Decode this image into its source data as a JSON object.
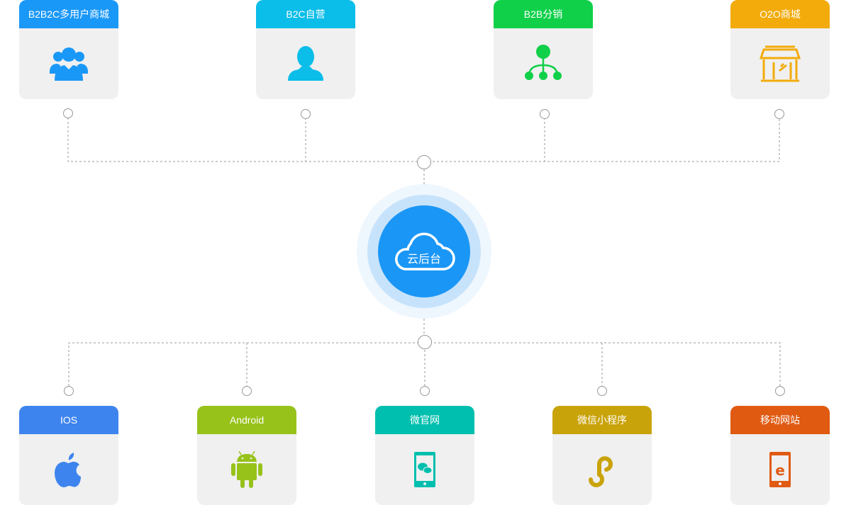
{
  "hub": {
    "label": "云后台",
    "color": "#1a96f6"
  },
  "top": [
    {
      "label": "B2B2C多用户商城",
      "color": "#1a98f8",
      "icon": "users-group-icon"
    },
    {
      "label": "B2C自营",
      "color": "#0bbde9",
      "icon": "user-icon"
    },
    {
      "label": "B2B分销",
      "color": "#10d04a",
      "icon": "distribution-tree-icon"
    },
    {
      "label": "O2O商城",
      "color": "#f2ab0b",
      "icon": "storefront-icon"
    }
  ],
  "bottom": [
    {
      "label": "IOS",
      "color": "#3e84ee",
      "icon": "apple-icon"
    },
    {
      "label": "Android",
      "color": "#97c21a",
      "icon": "android-icon"
    },
    {
      "label": "微官网",
      "color": "#00bfae",
      "icon": "wechat-phone-icon"
    },
    {
      "label": "微信小程序",
      "color": "#c9a30a",
      "icon": "mini-program-icon"
    },
    {
      "label": "移动网站",
      "color": "#e05a12",
      "icon": "mobile-browser-icon"
    }
  ]
}
